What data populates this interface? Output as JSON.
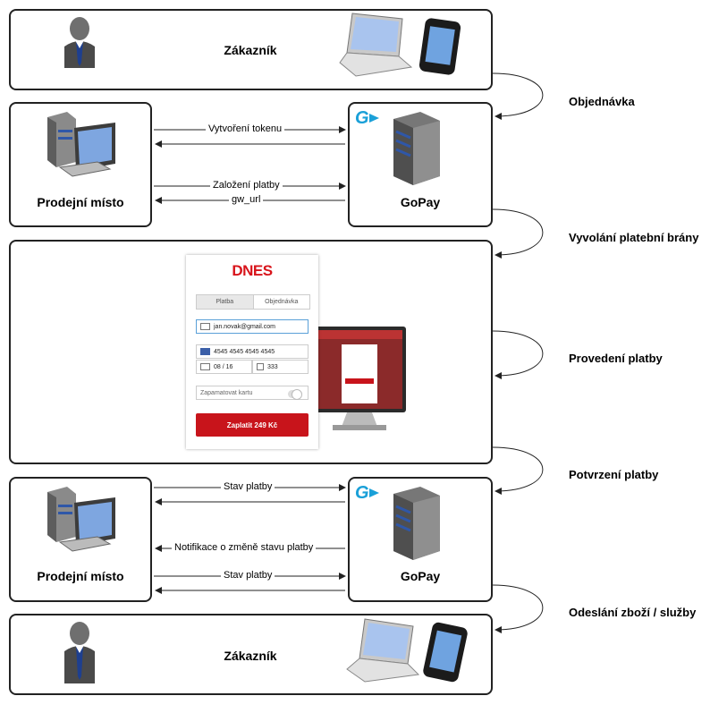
{
  "customer_top": {
    "title": "Zákazník"
  },
  "merchant_1": {
    "title": "Prodejní místo"
  },
  "gopay_1": {
    "title": "GoPay"
  },
  "merchant_2": {
    "title": "Prodejní místo"
  },
  "gopay_2": {
    "title": "GoPay"
  },
  "customer_bottom": {
    "title": "Zákazník"
  },
  "steps": {
    "order": "Objednávka",
    "gateway": "Vyvolání platební brány",
    "payment": "Provedení platby",
    "confirm": "Potvrzení platby",
    "shipping": "Odeslání zboží / služby"
  },
  "messages": {
    "token": "Vytvoření tokenu",
    "create_payment": "Založení platby",
    "gw_url": "gw_url",
    "status_1": "Stav platby",
    "notification": "Notifikace o změně stavu platby",
    "status_2": "Stav platby"
  },
  "payment_form": {
    "logo": "DNES",
    "tab_payment": "Platba",
    "tab_order": "Objednávka",
    "email": "jan.novak@gmail.com",
    "card_number": "4545 4545 4545 4545",
    "expiry": "08 / 16",
    "cvc": "333",
    "remember": "Zapamatovat kartu",
    "pay_button": "Zaplatit 249 Kč"
  },
  "colors": {
    "gopay_blue": "#1aa0d8",
    "dnes_red": "#d8141b",
    "line": "#222222"
  }
}
